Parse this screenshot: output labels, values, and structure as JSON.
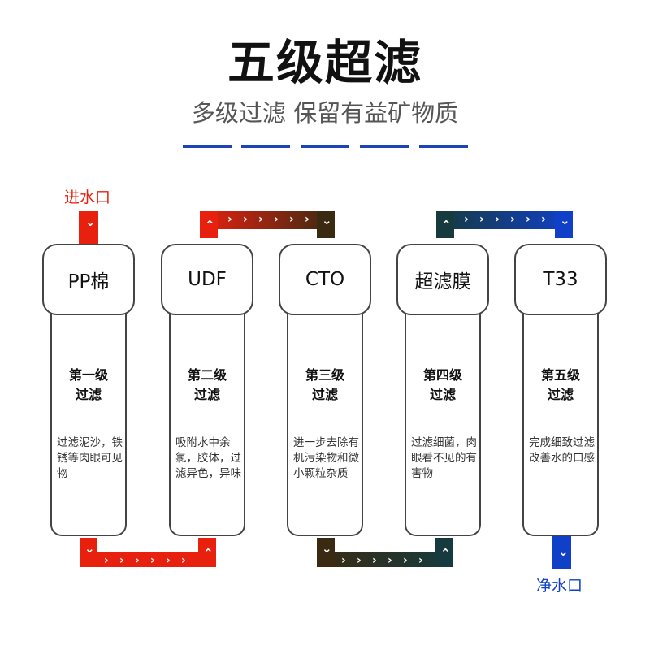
{
  "title": "五级超滤",
  "subtitle": "多级过滤 保留有益矿物质",
  "inlet_label": "进水口",
  "outlet_label": "净水口",
  "colors": {
    "red": "#e8210f",
    "brown": "#3a2a12",
    "teal": "#163a3e",
    "blue": "#1040c8",
    "accent": "#1c44b8"
  },
  "filters": [
    {
      "name": "PP棉",
      "stage": "第一级",
      "stage2": "过滤",
      "desc": "过滤泥沙，铁锈等肉眼可见物"
    },
    {
      "name": "UDF",
      "stage": "第二级",
      "stage2": "过滤",
      "desc": "吸附水中余氯，胶体，过滤异色，异味"
    },
    {
      "name": "CTO",
      "stage": "第三级",
      "stage2": "过滤",
      "desc": "进一步去除有机污染物和微小颗粒杂质"
    },
    {
      "name": "超滤膜",
      "stage": "第四级",
      "stage2": "过滤",
      "desc": "过滤细菌，肉眼看不见的有害物"
    },
    {
      "name": "T33",
      "stage": "第五级",
      "stage2": "过滤",
      "desc": "完成细致过滤改善水的口感"
    }
  ]
}
